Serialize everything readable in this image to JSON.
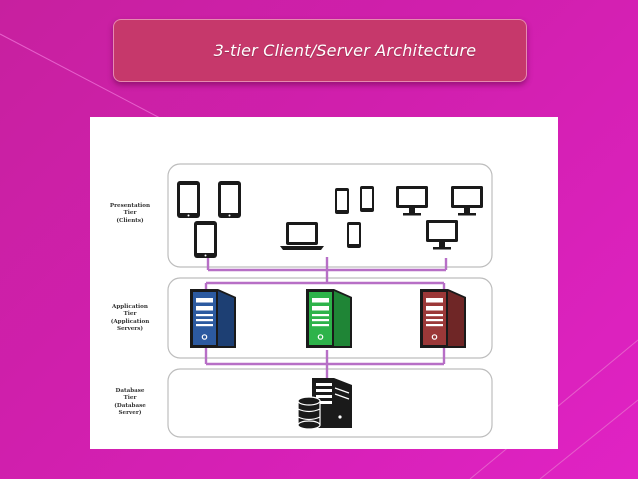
{
  "slide": {
    "title": "3-tier Client/Server Architecture"
  },
  "tiers": [
    {
      "label": "Presentation\nTier\n(Clients)"
    },
    {
      "label": "Application\nTier\n(Application\nServers)"
    },
    {
      "label": "Database\nTier\n(Database\nServer)"
    }
  ],
  "colors": {
    "background": "#d11fae",
    "title_box": "#c6386b",
    "connector": "#b76fc6",
    "server_blue": "#2c5aa0",
    "server_green": "#2db34a",
    "server_red": "#9b3838",
    "device": "#1a1a1a"
  },
  "icons": {
    "clients": [
      "tablet-icon",
      "tablet-icon",
      "tablet-icon",
      "laptop-icon",
      "phone-icon",
      "phone-icon",
      "phone-icon",
      "monitor-icon",
      "monitor-icon",
      "monitor-icon"
    ],
    "app_servers": [
      "server-blue-icon",
      "server-green-icon",
      "server-red-icon"
    ],
    "db_server": "database-server-icon"
  }
}
